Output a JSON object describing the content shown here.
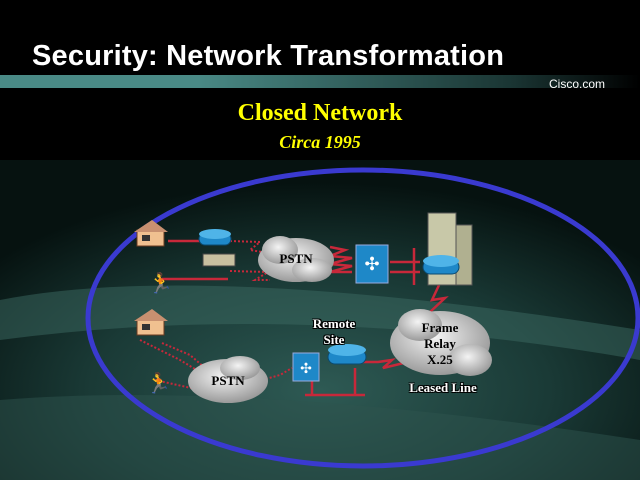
{
  "header": {
    "title": "Security: Network Transformation",
    "brand": "Cisco.com"
  },
  "slide": {
    "heading": "Closed Network",
    "subheading": "Circa 1995"
  },
  "diagram": {
    "pstn_top": "PSTN",
    "pstn_bottom": "PSTN",
    "remote_site": "Remote Site",
    "wan_cloud": [
      "Frame",
      "Relay",
      "X.25"
    ],
    "leased_line": "Leased Line"
  },
  "colors": {
    "accent": "#4a8a86",
    "title": "#ffffff",
    "heading": "#ffff00",
    "ellipse": "#3a3ad0",
    "link": "#c8283a"
  }
}
